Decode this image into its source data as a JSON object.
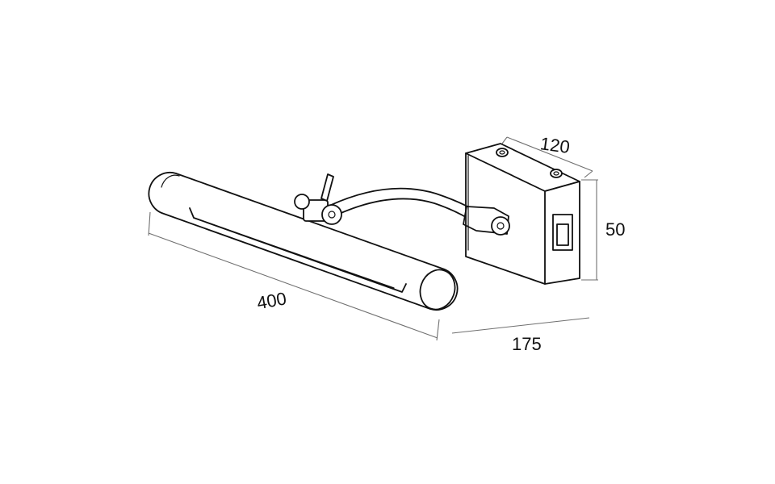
{
  "dimensions": {
    "length": "400",
    "box_width": "120",
    "box_height": "50",
    "projection": "175"
  }
}
